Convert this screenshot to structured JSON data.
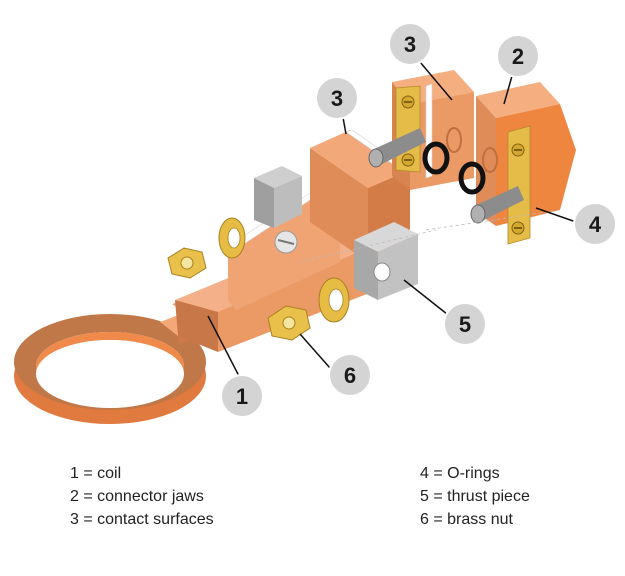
{
  "callouts": {
    "c1": "1",
    "c2": "2",
    "c3a": "3",
    "c3b": "3",
    "c4": "4",
    "c5": "5",
    "c6": "6"
  },
  "legend": {
    "left": [
      "1 = coil",
      "2 = connector jaws",
      "3 = contact surfaces"
    ],
    "right": [
      "4 = O-rings",
      "5 = thrust piece",
      "6 = brass nut"
    ]
  },
  "colors": {
    "copper_light": "#f0a070",
    "copper_mid": "#e48f5c",
    "copper_dark": "#b8683c",
    "brass": "#e0b840",
    "steel": "#b4b4b4",
    "callout_bg": "#d4d4d4"
  }
}
